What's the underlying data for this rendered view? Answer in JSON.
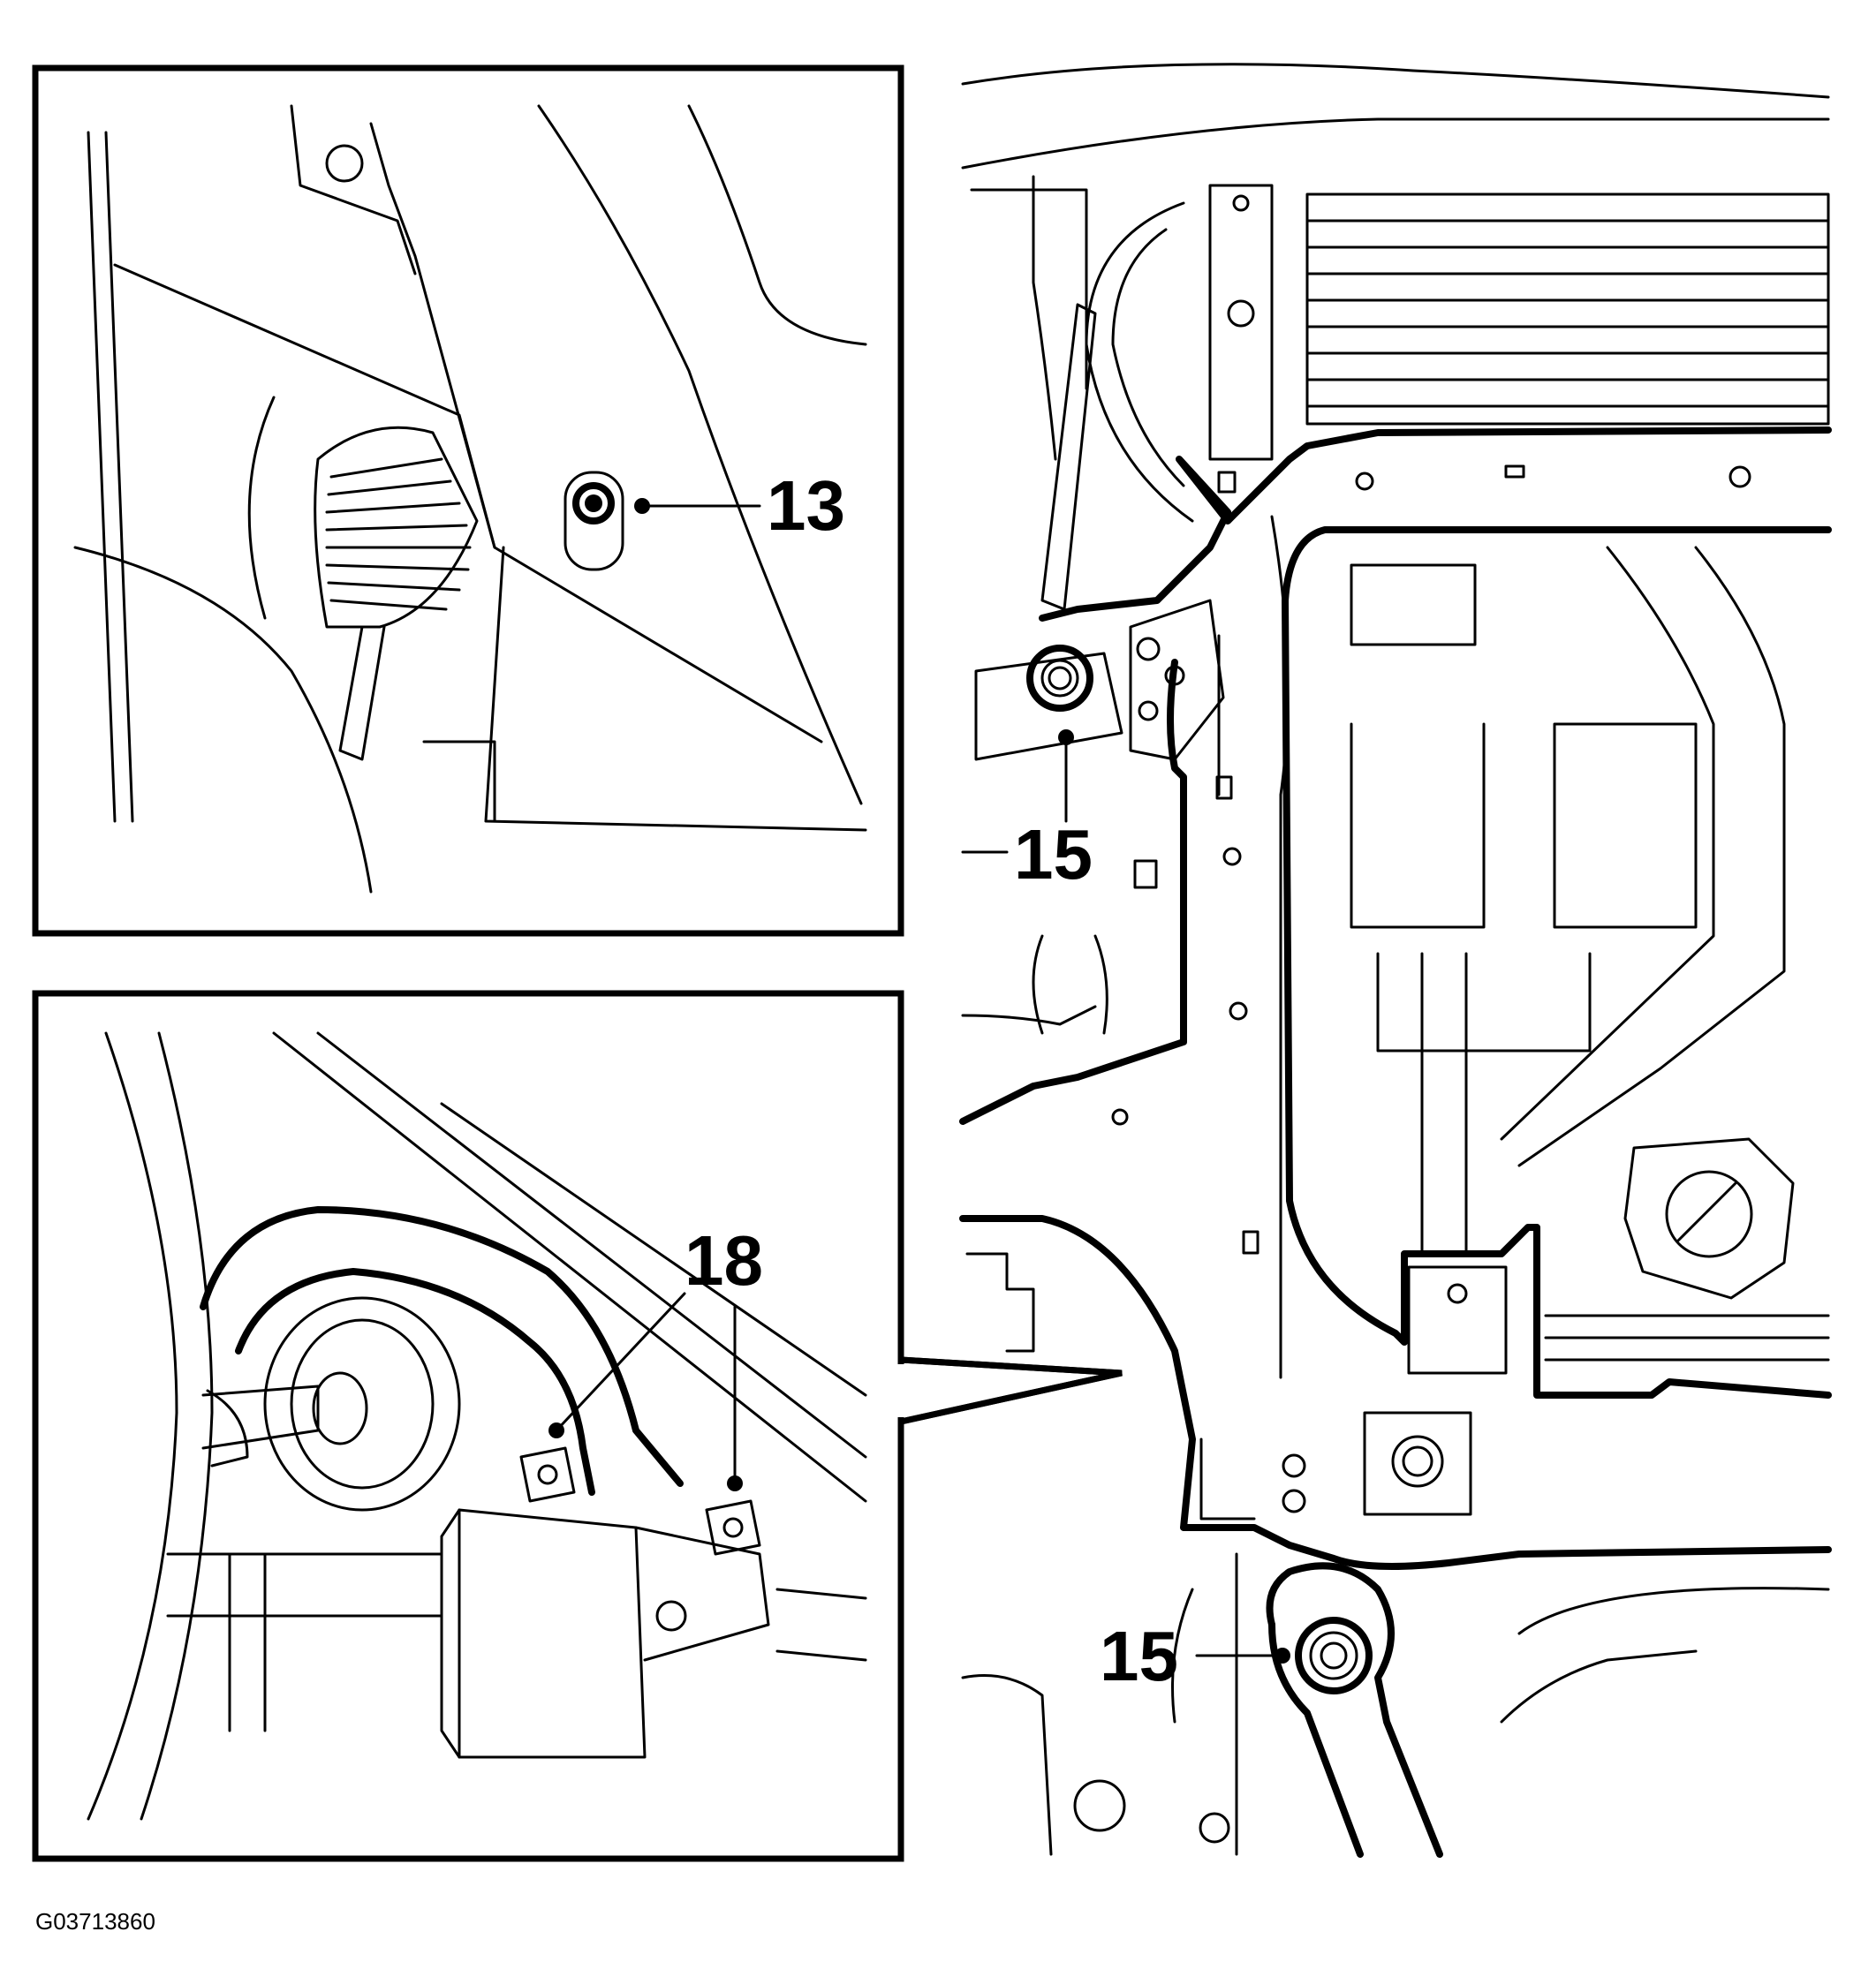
{
  "diagram": {
    "callouts": {
      "bolt_13": "13",
      "bolt_15_upper": "15",
      "bolts_18": "18",
      "bolt_15_lower": "15"
    },
    "figure_id": "G03713860"
  }
}
